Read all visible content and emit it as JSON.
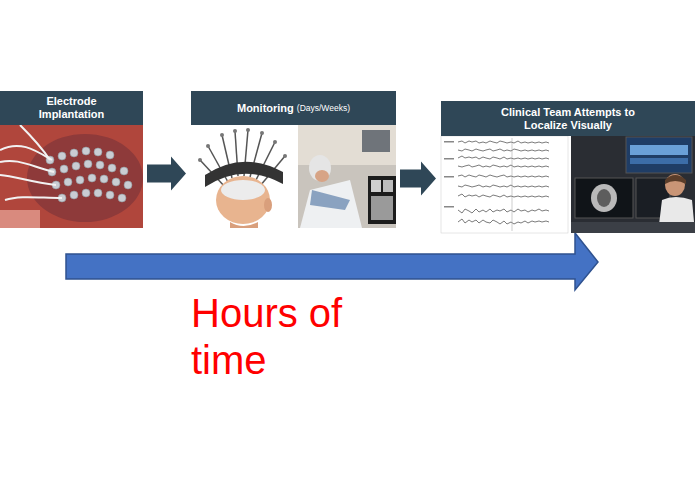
{
  "diagram": {
    "nodes": [
      {
        "text": [
          "Electrode Implantation"
        ]
      },
      {
        "text": [
          "Monitoring",
          "(Days/Weeks)"
        ]
      },
      {
        "text": [
          "Clinical Team Attempts to Localize Visually"
        ]
      }
    ],
    "edges": [
      {
        "from": 0,
        "to": 1,
        "arrow": "to"
      },
      {
        "from": 1,
        "to": 2,
        "arrow": "to"
      }
    ],
    "labels": [
      "Hours of time"
    ]
  }
}
